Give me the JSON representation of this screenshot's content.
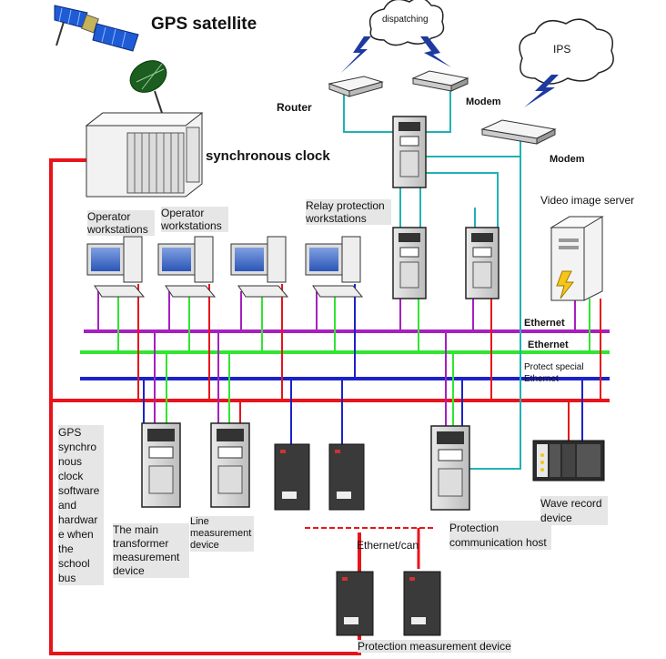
{
  "title": "GPS satellite",
  "clock": "synchronous clock",
  "cloud_dispatching": "dispatching",
  "cloud_ips": "IPS",
  "router": "Router",
  "modem_top": "Modem",
  "modem_right": "Modem",
  "video_server": "Video image server",
  "operator_ws_1": "Operator workstations",
  "operator_ws_2": "Operator workstations",
  "relay_ws": "Relay protection workstations",
  "bus_ethernet_1": "Ethernet",
  "bus_ethernet_2": "Ethernet",
  "bus_protect_special_1": "Protect special",
  "bus_protect_special_2": "Ethernet",
  "gps_software": [
    "GPS",
    "synchro",
    "nous",
    "clock",
    "software",
    "and",
    "hardwar",
    "e when",
    "the",
    "school",
    "bus"
  ],
  "main_transformer": [
    "The main",
    "transformer",
    "measurement",
    "device"
  ],
  "line_measurement": [
    "Line",
    "measurement",
    "device"
  ],
  "protection_comm": [
    "Protection",
    "communication host"
  ],
  "wave_record": [
    "Wave record",
    "device"
  ],
  "ethernet_can": "Ethernet/can",
  "protection_measurement": "Protection measurement device",
  "colors": {
    "red_bus": "#e8141b",
    "purple_bus": "#a61fbf",
    "green_bus": "#31e531",
    "blue_bus": "#1c22c9",
    "cyan_link": "#21b1b5",
    "bolt": "#1e3aa0"
  }
}
